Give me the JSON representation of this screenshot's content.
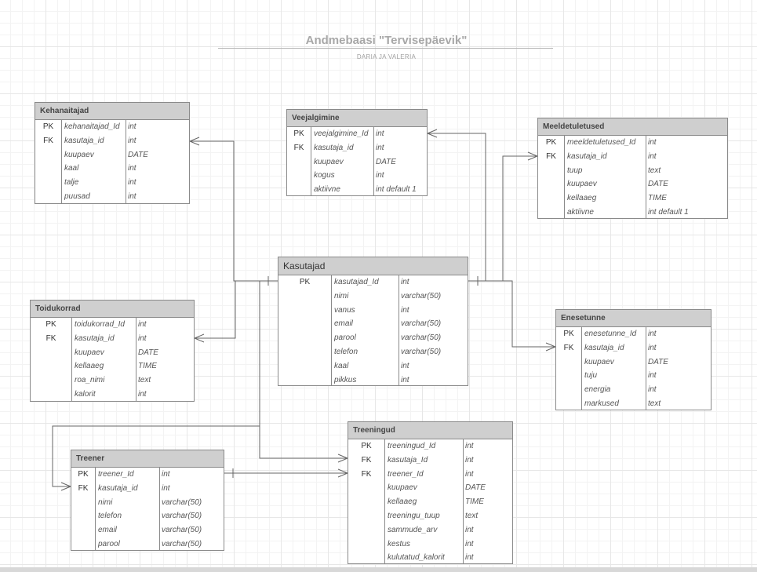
{
  "title": "Andmebaasi \"Tervisepäevik\"",
  "subtitle": "DARIA JA VALERIA",
  "entities": {
    "kehanaitajad": {
      "name": "Kehanaitajad",
      "rows": [
        {
          "key": "PK",
          "name": "kehanaitajad_Id",
          "type": "int"
        },
        {
          "key": "FK",
          "name": "kasutaja_id",
          "type": "int"
        },
        {
          "key": "",
          "name": "kuupaev",
          "type": "DATE"
        },
        {
          "key": "",
          "name": "kaal",
          "type": "int"
        },
        {
          "key": "",
          "name": "talje",
          "type": "int"
        },
        {
          "key": "",
          "name": "puusad",
          "type": "int"
        }
      ]
    },
    "veejalgimine": {
      "name": "Veejalgimine",
      "rows": [
        {
          "key": "PK",
          "name": "veejalgimine_Id",
          "type": "int"
        },
        {
          "key": "FK",
          "name": "kasutaja_id",
          "type": "int"
        },
        {
          "key": "",
          "name": "kuupaev",
          "type": "DATE"
        },
        {
          "key": "",
          "name": "kogus",
          "type": "int"
        },
        {
          "key": "",
          "name": "aktiivne",
          "type": "int default 1"
        }
      ]
    },
    "meeldetuletused": {
      "name": "Meeldetuletused",
      "rows": [
        {
          "key": "PK",
          "name": "meeldetuletused_Id",
          "type": "int"
        },
        {
          "key": "FK",
          "name": "kasutaja_id",
          "type": "int"
        },
        {
          "key": "",
          "name": "tuup",
          "type": "text"
        },
        {
          "key": "",
          "name": "kuupaev",
          "type": "DATE"
        },
        {
          "key": "",
          "name": "kellaaeg",
          "type": "TIME"
        },
        {
          "key": "",
          "name": "aktiivne",
          "type": "int default 1"
        }
      ]
    },
    "kasutajad": {
      "name": "Kasutajad",
      "rows": [
        {
          "key": "PK",
          "name": "kasutajad_Id",
          "type": "int"
        },
        {
          "key": "",
          "name": "nimi",
          "type": "varchar(50)"
        },
        {
          "key": "",
          "name": "vanus",
          "type": "int"
        },
        {
          "key": "",
          "name": "email",
          "type": "varchar(50)"
        },
        {
          "key": "",
          "name": "parool",
          "type": "varchar(50)"
        },
        {
          "key": "",
          "name": "telefon",
          "type": "varchar(50)"
        },
        {
          "key": "",
          "name": "kaal",
          "type": "int"
        },
        {
          "key": "",
          "name": "pikkus",
          "type": "int"
        }
      ]
    },
    "toidukorrad": {
      "name": "Toidukorrad",
      "rows": [
        {
          "key": "PK",
          "name": "toidukorrad_Id",
          "type": "int"
        },
        {
          "key": "FK",
          "name": "kasutaja_id",
          "type": "int"
        },
        {
          "key": "",
          "name": "kuupaev",
          "type": "DATE"
        },
        {
          "key": "",
          "name": "kellaaeg",
          "type": "TIME"
        },
        {
          "key": "",
          "name": "roa_nimi",
          "type": "text"
        },
        {
          "key": "",
          "name": "kalorit",
          "type": "int"
        }
      ]
    },
    "enesetunne": {
      "name": "Enesetunne",
      "rows": [
        {
          "key": "PK",
          "name": "enesetunne_Id",
          "type": "int"
        },
        {
          "key": "FK",
          "name": "kasutaja_id",
          "type": "int"
        },
        {
          "key": "",
          "name": "kuupaev",
          "type": "DATE"
        },
        {
          "key": "",
          "name": "tuju",
          "type": "int"
        },
        {
          "key": "",
          "name": "energia",
          "type": "int"
        },
        {
          "key": "",
          "name": "markused",
          "type": "text"
        }
      ]
    },
    "treeningud": {
      "name": "Treeningud",
      "rows": [
        {
          "key": "PK",
          "name": "treeningud_Id",
          "type": "int"
        },
        {
          "key": "FK",
          "name": "kasutaja_Id",
          "type": "int"
        },
        {
          "key": "FK",
          "name": "treener_Id",
          "type": "int"
        },
        {
          "key": "",
          "name": "kuupaev",
          "type": "DATE"
        },
        {
          "key": "",
          "name": "kellaaeg",
          "type": "TIME"
        },
        {
          "key": "",
          "name": "treeningu_tuup",
          "type": "text"
        },
        {
          "key": "",
          "name": "sammude_arv",
          "type": "int"
        },
        {
          "key": "",
          "name": "kestus",
          "type": "int"
        },
        {
          "key": "",
          "name": "kulutatud_kalorit",
          "type": "int"
        }
      ]
    },
    "treener": {
      "name": "Treener",
      "rows": [
        {
          "key": "PK",
          "name": "treener_Id",
          "type": "int"
        },
        {
          "key": "FK",
          "name": "kasutaja_id",
          "type": "int"
        },
        {
          "key": "",
          "name": "nimi",
          "type": "varchar(50)"
        },
        {
          "key": "",
          "name": "telefon",
          "type": "varchar(50)"
        },
        {
          "key": "",
          "name": "email",
          "type": "varchar(50)"
        },
        {
          "key": "",
          "name": "parool",
          "type": "varchar(50)"
        }
      ]
    }
  }
}
